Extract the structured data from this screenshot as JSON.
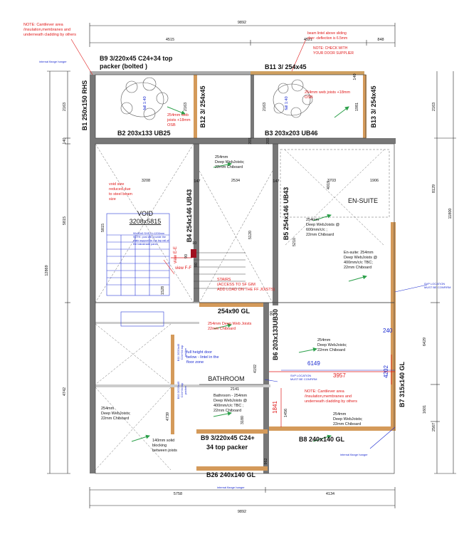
{
  "top_dims": {
    "overall": "9892",
    "left": "4515",
    "mid": "4521",
    "right": "848"
  },
  "bottom_dims": {
    "left": "5758",
    "right": "4134",
    "overall": "9892"
  },
  "left_dims": {
    "a": "2163",
    "b": "140",
    "c": "5815",
    "d": "12869",
    "e": "4742"
  },
  "right_dims": {
    "a": "2163",
    "b": "11800",
    "c": "8129",
    "d": "6429",
    "e": "2567",
    "f": "1601",
    "g": "1981"
  },
  "notes": {
    "cantilever_top": [
      "NOTE: Cantilever area",
      "/insulation,membranes and",
      "underneath cladding by others"
    ],
    "beam_lintel": [
      "beam lintel above sliding",
      "door -deflection is 6.5mm"
    ],
    "door_supplier": [
      "NOTE: CHECK WITH",
      "YOUR DOOR SUPPLIER"
    ],
    "cantilever_bottom": [
      "NOTE: Cantilever area",
      "/insulation,membranes and",
      "underneath  cladding by others"
    ],
    "hanger_top": "internal  flange hanger",
    "hanger_right": "internal  flange hanger",
    "hanger_bottom": "internal  flange hanger",
    "svp_right": [
      "SVP LOCATION",
      "MUST BE CONFIRM"
    ],
    "svp_mid": [
      "SVP LOCATION",
      "MUST BE CONFIRM"
    ],
    "void_reduced": [
      "void size",
      "reduced due",
      "to steel beam",
      "size"
    ],
    "shs_note": [
      "90x90x5 SHS,H=1200mm",
      "NOTE: post will provide the",
      "main support for the top rail of",
      "the balustrade panel"
    ],
    "stairs": [
      "STAIRS",
      "(ACCESS TO SF GIM",
      "ADD  LOAD ON THE FF JOISTS)"
    ],
    "full_height": [
      "full height door",
      "below - lintel in the",
      "floor zone"
    ],
    "blocking": [
      "140mm solid",
      "blocking",
      "between joists"
    ]
  },
  "beams": {
    "b9_top": [
      "B9 3/220x45 C24+34 top",
      "packer (bolted )"
    ],
    "b11": "B11 3/ 254x45",
    "b1": "B1  250x150 RHS",
    "b2": "B2  203x133 UB25",
    "b12": "B12 3/ 254x45",
    "b3": "B3   203x203 UB46",
    "b13": "B13 3/ 254x45",
    "b4": "B4  254x146 UB43",
    "b5": "B5  254x146 UB43",
    "gl254": "254x90 GL",
    "b6": "B6   203x133UB30",
    "b7": "B7  315x140 GL",
    "b8": "B8  240x140 GL",
    "b9_bottom": [
      "B9 3/220x45 C24+",
      "34 top packer"
    ],
    "b26": "B26   240x140 GL",
    "b11_small": [
      "B11 2/220x45",
      "C24+34 top",
      "packer"
    ],
    "b10_small": [
      "B10 2/220x45",
      "C24+34 top",
      "packer"
    ]
  },
  "rooms": {
    "void_label": "VOID",
    "void_size": "3208x5815",
    "ensuite": "EN-SUITE",
    "bathroom": "BATHROOM"
  },
  "joists": {
    "web_top_left": [
      "254mm web",
      "joists +18mm",
      "OSB"
    ],
    "web_top_right": [
      "254mm web joists +18mm",
      "OSB"
    ],
    "deep_centre": [
      "254mm",
      "Deep WebJoists;",
      "22mm Chiboard"
    ],
    "deep_600": [
      "254mm",
      "Deep WebJoists @",
      "600mm/c/c ;",
      "22mm Chiboard"
    ],
    "ensuite_joists": [
      "En-suite: 254mm",
      "Deep WebJoists @",
      "400mm/c/c TBC;",
      "22mm Chiboard"
    ],
    "deep_red": [
      "254mm Deep Web Joists",
      "22mm Chiboard"
    ],
    "deep_right_mid": [
      "254mm",
      "Deep WebJoists;",
      "22mm Chiboard"
    ],
    "deep_left_low": [
      "254mm",
      "Deep WebJoists;",
      "22mm Chiboard"
    ],
    "bathroom_joists": [
      "Bathroom - 254mm",
      "Deep WebJoists @",
      "400mm/c/c TBC ;",
      "22mm Chiboard"
    ],
    "deep_right_low": [
      "254mm",
      "Deep WebJoists;",
      "22mm Chiboard"
    ]
  },
  "inner_dims": {
    "d3208": "3208",
    "d2534": "2534",
    "d147a": "147",
    "d147b": "147",
    "d3703": "3703",
    "d1906": "1906",
    "d5120": "5120",
    "d5210": "5210",
    "d4019": "4019",
    "d5815i": "5815",
    "d2163a": "2163",
    "d2163b": "2163",
    "d203a": "203",
    "d203b": "203",
    "d140": "140",
    "d1528": "1528",
    "d4739": "4739",
    "d2141": "2141",
    "d4192": "4192",
    "d1456": "1456",
    "d3180": "3180",
    "d962": "962",
    "d240": "240",
    "d6149": "6149",
    "d3957": "3957",
    "d4202": "4202",
    "d1841": "1841",
    "d10": "10",
    "d90a": "90",
    "d90b": "90",
    "d90c": "90"
  },
  "views": {
    "ee": "view  E-E",
    "ff": "view  F-F"
  },
  "fall": {
    "a": "fall 1:40",
    "b": "fall 1:40"
  }
}
